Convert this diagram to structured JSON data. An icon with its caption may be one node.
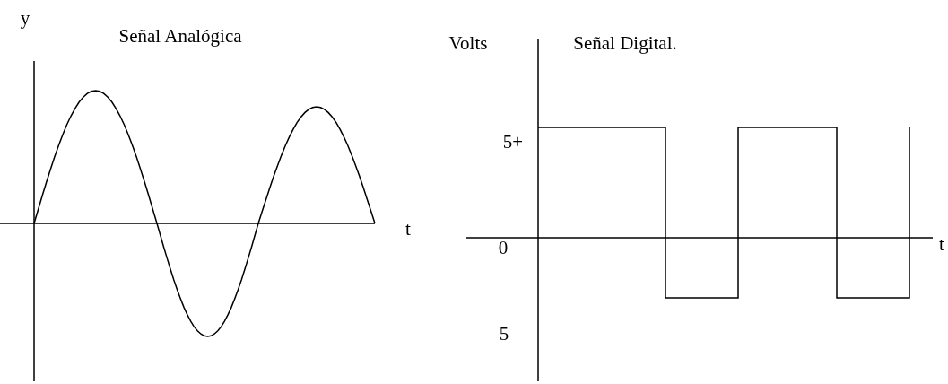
{
  "diagram": {
    "labels": [
      "y",
      "Señal Analógica",
      "Volts",
      "Señal Digital.",
      "5+",
      "t",
      "0",
      "t",
      "5"
    ]
  }
}
